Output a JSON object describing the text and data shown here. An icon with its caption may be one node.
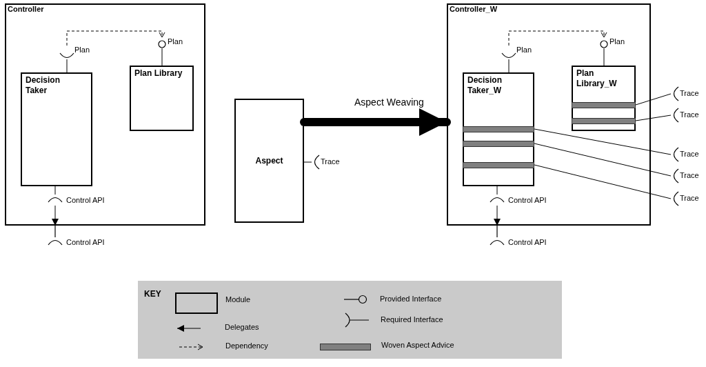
{
  "diagram": {
    "nodes": [
      {
        "text": [
          "Controller"
        ]
      },
      {
        "text": [
          "Plan"
        ],
        "in": 0
      },
      {
        "text": [
          "Plan"
        ],
        "in": 0
      },
      {
        "text": [
          "Decision Taker"
        ],
        "in": 0
      },
      {
        "text": [
          "Plan Library"
        ],
        "in": 0
      },
      {
        "text": [
          "Control API"
        ],
        "in": 0
      },
      {
        "text": [
          "Control API"
        ]
      },
      {
        "text": [
          "Aspect"
        ]
      },
      {
        "text": [
          "Trace"
        ]
      },
      {
        "text": [
          "Controller_W"
        ]
      },
      {
        "text": [
          "Plan"
        ],
        "in": 9
      },
      {
        "text": [
          "Plan"
        ],
        "in": 9
      },
      {
        "text": [
          "Decision Taker_W"
        ],
        "in": 9
      },
      {
        "text": [
          "Plan Library_W"
        ],
        "in": 9
      },
      {
        "text": [],
        "shape": "bar",
        "in": 12
      },
      {
        "text": [],
        "shape": "bar",
        "in": 12
      },
      {
        "text": [],
        "shape": "bar",
        "in": 12
      },
      {
        "text": [],
        "shape": "bar",
        "in": 13
      },
      {
        "text": [],
        "shape": "bar",
        "in": 13
      },
      {
        "text": [
          "Control API"
        ],
        "in": 9
      },
      {
        "text": [
          "Control API"
        ]
      },
      {
        "text": [
          "Trace"
        ]
      },
      {
        "text": [
          "Trace"
        ]
      },
      {
        "text": [
          "Trace"
        ]
      },
      {
        "text": [
          "Trace"
        ]
      },
      {
        "text": [
          "Trace"
        ]
      }
    ],
    "edges": [
      {
        "from": 1,
        "to": 2,
        "arrow": "to",
        "style": "dashed"
      },
      {
        "from": 3,
        "to": 1,
        "arrow": "none"
      },
      {
        "from": 4,
        "to": 2,
        "arrow": "none"
      },
      {
        "from": 3,
        "to": 5,
        "arrow": "none"
      },
      {
        "from": 5,
        "to": 6,
        "arrow": "to"
      },
      {
        "from": 7,
        "to": 8,
        "arrow": "none"
      },
      {
        "from": 7,
        "to": 9,
        "arrow": "to",
        "style": "thick",
        "label": "Aspect Weaving"
      },
      {
        "from": 10,
        "to": 11,
        "arrow": "to",
        "style": "dashed"
      },
      {
        "from": 12,
        "to": 10,
        "arrow": "none"
      },
      {
        "from": 13,
        "to": 11,
        "arrow": "none"
      },
      {
        "from": 12,
        "to": 19,
        "arrow": "none"
      },
      {
        "from": 19,
        "to": 20,
        "arrow": "to"
      },
      {
        "from": 17,
        "to": 21,
        "arrow": "none"
      },
      {
        "from": 18,
        "to": 22,
        "arrow": "none"
      },
      {
        "from": 14,
        "to": 23,
        "arrow": "none"
      },
      {
        "from": 15,
        "to": 24,
        "arrow": "none"
      },
      {
        "from": 16,
        "to": 25,
        "arrow": "none"
      }
    ],
    "labels": [
      "KEY"
    ],
    "legend": [
      {
        "text": "Module"
      },
      {
        "text": "Delegates"
      },
      {
        "text": "Dependency"
      },
      {
        "text": "Provided Interface"
      },
      {
        "text": "Required Interface"
      },
      {
        "text": "Woven Aspect Advice",
        "color": "#808080"
      }
    ]
  }
}
